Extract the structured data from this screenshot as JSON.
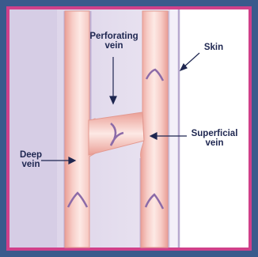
{
  "labels": {
    "perforating": [
      "Perforating",
      "vein"
    ],
    "skin": "Skin",
    "superficial": [
      "Superficial",
      "vein"
    ],
    "deep": [
      "Deep",
      "vein"
    ]
  },
  "colors": {
    "frame_outer": "#3a5a8c",
    "frame_inner": "#d0408a",
    "tissue_left": "#ddd4ea",
    "tissue_mid": "#ece6f3",
    "skin_layer": "#f6f3fa",
    "vein_fill": "#f3c3bd",
    "vein_highlight": "#fbe6e2",
    "vein_outline": "#e8a49c",
    "valve": "#8c6ba8",
    "text": "#1e2650"
  }
}
